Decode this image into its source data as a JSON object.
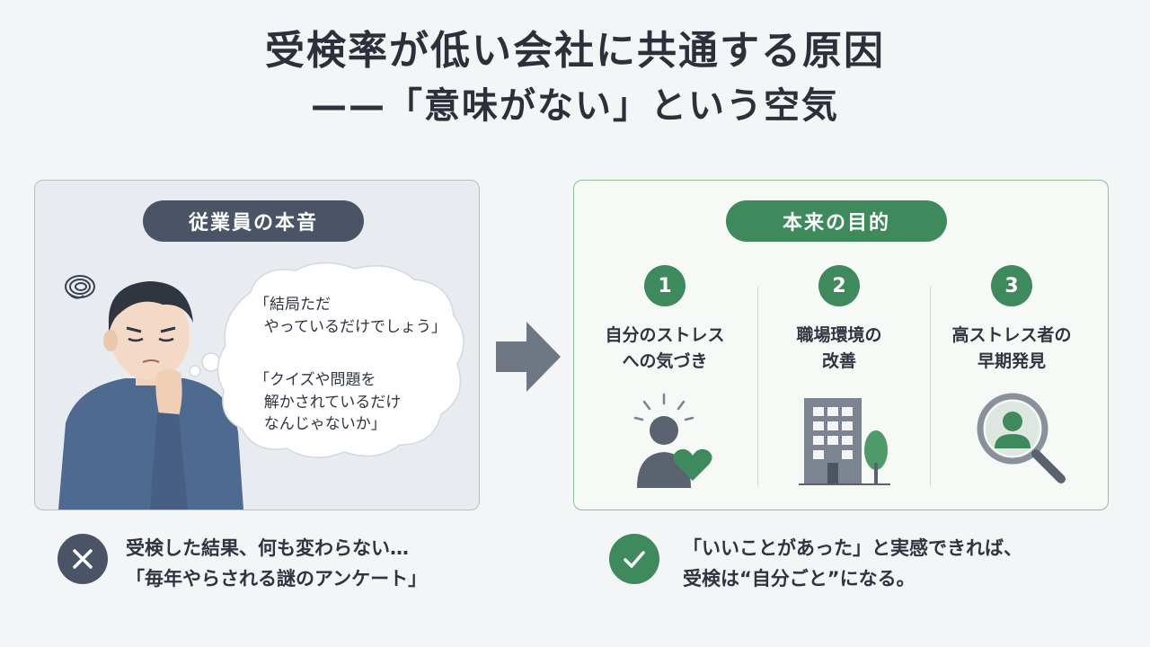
{
  "title": "受検率が低い会社に共通する原因",
  "subtitle": "——「意味がない」という空気",
  "left_panel": {
    "label": "従業員の本音",
    "quote1": "「結局ただ\n  やっているだけでしょう」",
    "quote2": "「クイズや問題を\n  解かされているだけ\n  なんじゃないか」",
    "icons": [
      "worried-person-icon",
      "thought-bubble-icon"
    ]
  },
  "right_panel": {
    "label": "本来の目的",
    "items": [
      {
        "number": "1",
        "text": "自分のストレス\nへの気づき",
        "icon": "person-heart-icon"
      },
      {
        "number": "2",
        "text": "職場環境の\n改善",
        "icon": "office-building-icon"
      },
      {
        "number": "3",
        "text": "高ストレス者の\n早期発見",
        "icon": "magnifier-person-icon"
      }
    ]
  },
  "bottom": {
    "left_text": "受検した結果、何も変わらない…\n「毎年やらされる謎のアンケート」",
    "right_text": "「いいことがあった」と実感できれば、\n受検は“自分ごと”になる。"
  },
  "colors": {
    "dark_slate": "#4a5466",
    "green": "#3e8a5c",
    "text": "#2e3440"
  }
}
